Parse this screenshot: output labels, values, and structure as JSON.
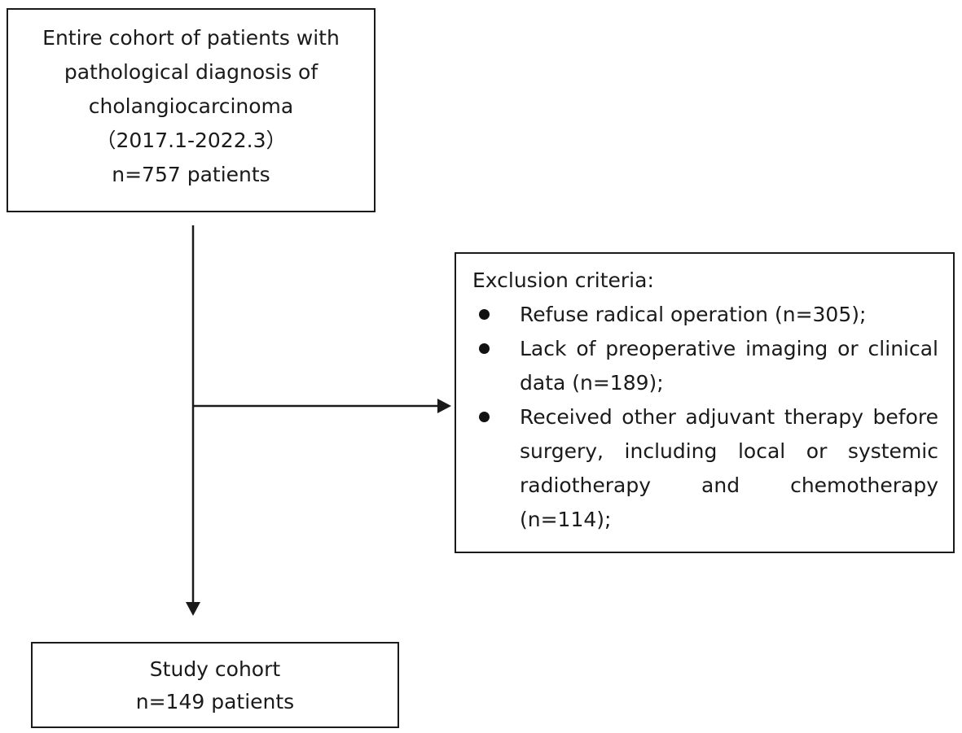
{
  "top_box": {
    "lines": [
      "Entire cohort of patients with",
      "pathological diagnosis of",
      "cholangiocarcinoma",
      "（2017.1-2022.3）",
      "n=757 patients"
    ]
  },
  "exclusion_box": {
    "heading": "Exclusion criteria:",
    "items": [
      "Refuse radical operation (n=305);",
      "Lack of preoperative imaging or clinical data (n=189);",
      "Received other adjuvant therapy before surgery, including local or systemic radiotherapy and chemotherapy (n=114);"
    ]
  },
  "bottom_box": {
    "lines": [
      "Study cohort",
      "n=149 patients"
    ]
  },
  "colors": {
    "line": "#1a1a1a",
    "background": "#ffffff"
  }
}
